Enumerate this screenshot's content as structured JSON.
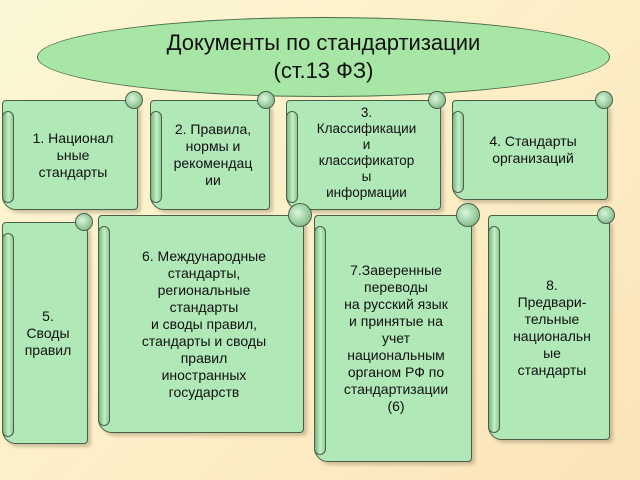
{
  "title": {
    "line1": "Документы по стандартизации",
    "line2": "(ст.13 ФЗ)"
  },
  "boxes": [
    {
      "id": 1,
      "lines": [
        "1.   Национал",
        "ьные",
        "стандарты"
      ]
    },
    {
      "id": 2,
      "lines": [
        "2. Правила,",
        "нормы и",
        "рекомендац",
        "ии"
      ]
    },
    {
      "id": 3,
      "lines": [
        "3.",
        "Классификации",
        "и",
        "классификатор",
        "ы",
        "информации"
      ]
    },
    {
      "id": 4,
      "lines": [
        "4. Стандарты",
        "организаций"
      ]
    },
    {
      "id": 5,
      "lines": [
        "5.",
        "Своды",
        "правил"
      ]
    },
    {
      "id": 6,
      "lines": [
        "6. Международные",
        "стандарты,",
        "региональные",
        "стандарты",
        "и своды правил,",
        "стандарты и своды",
        "правил",
        "иностранных",
        "государств"
      ]
    },
    {
      "id": 7,
      "lines": [
        "7.Заверенные",
        "переводы",
        "на русский язык",
        "и принятые на",
        "учет",
        "национальным",
        "органом  РФ по",
        "стандартизации",
        "(6)"
      ]
    },
    {
      "id": 8,
      "lines": [
        "8.",
        "Предвари-",
        "тельные",
        "национальн",
        "ые",
        "стандарты"
      ]
    }
  ]
}
